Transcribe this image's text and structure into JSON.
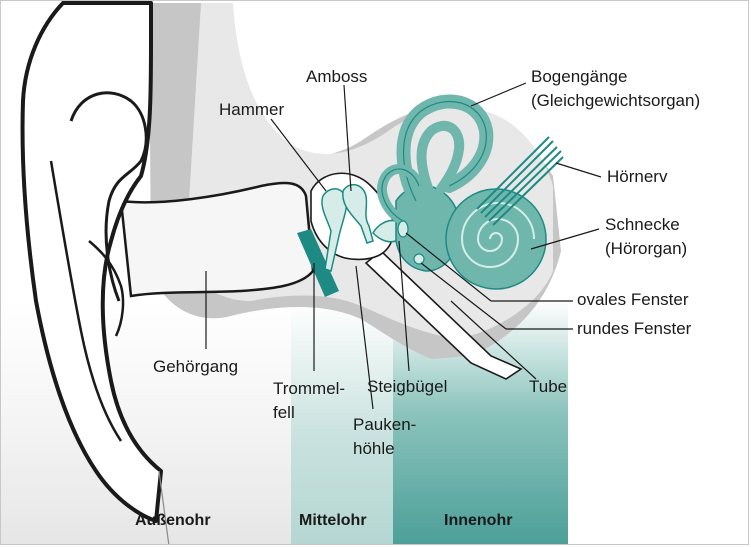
{
  "labels": {
    "amboss": "Amboss",
    "hammer": "Hammer",
    "bogengaenge": "Bogengänge",
    "bogengaenge_sub": "(Gleichgewichtsorgan)",
    "hoernerv": "Hörnerv",
    "schnecke": "Schnecke",
    "schnecke_sub": "(Hörorgan)",
    "ovales_fenster": "ovales Fenster",
    "rundes_fenster": "rundes Fenster",
    "gehoergang": "Gehörgang",
    "trommelfell_1": "Trommel-",
    "trommelfell_2": "fell",
    "steigbuegel": "Steigbügel",
    "tube": "Tube",
    "paukenhoehle_1": "Pauken-",
    "paukenhoehle_2": "höhle"
  },
  "zones": {
    "aussenohr": "Außenohr",
    "mittelohr": "Mittelohr",
    "innenohr": "Innenohr"
  },
  "colors": {
    "teal": "#6fb7ad",
    "teal_dark": "#1d8a83",
    "pale_teal": "#d5ece9",
    "bone_gray": "#c6c6c6",
    "light_gray": "#e9e9e9"
  }
}
